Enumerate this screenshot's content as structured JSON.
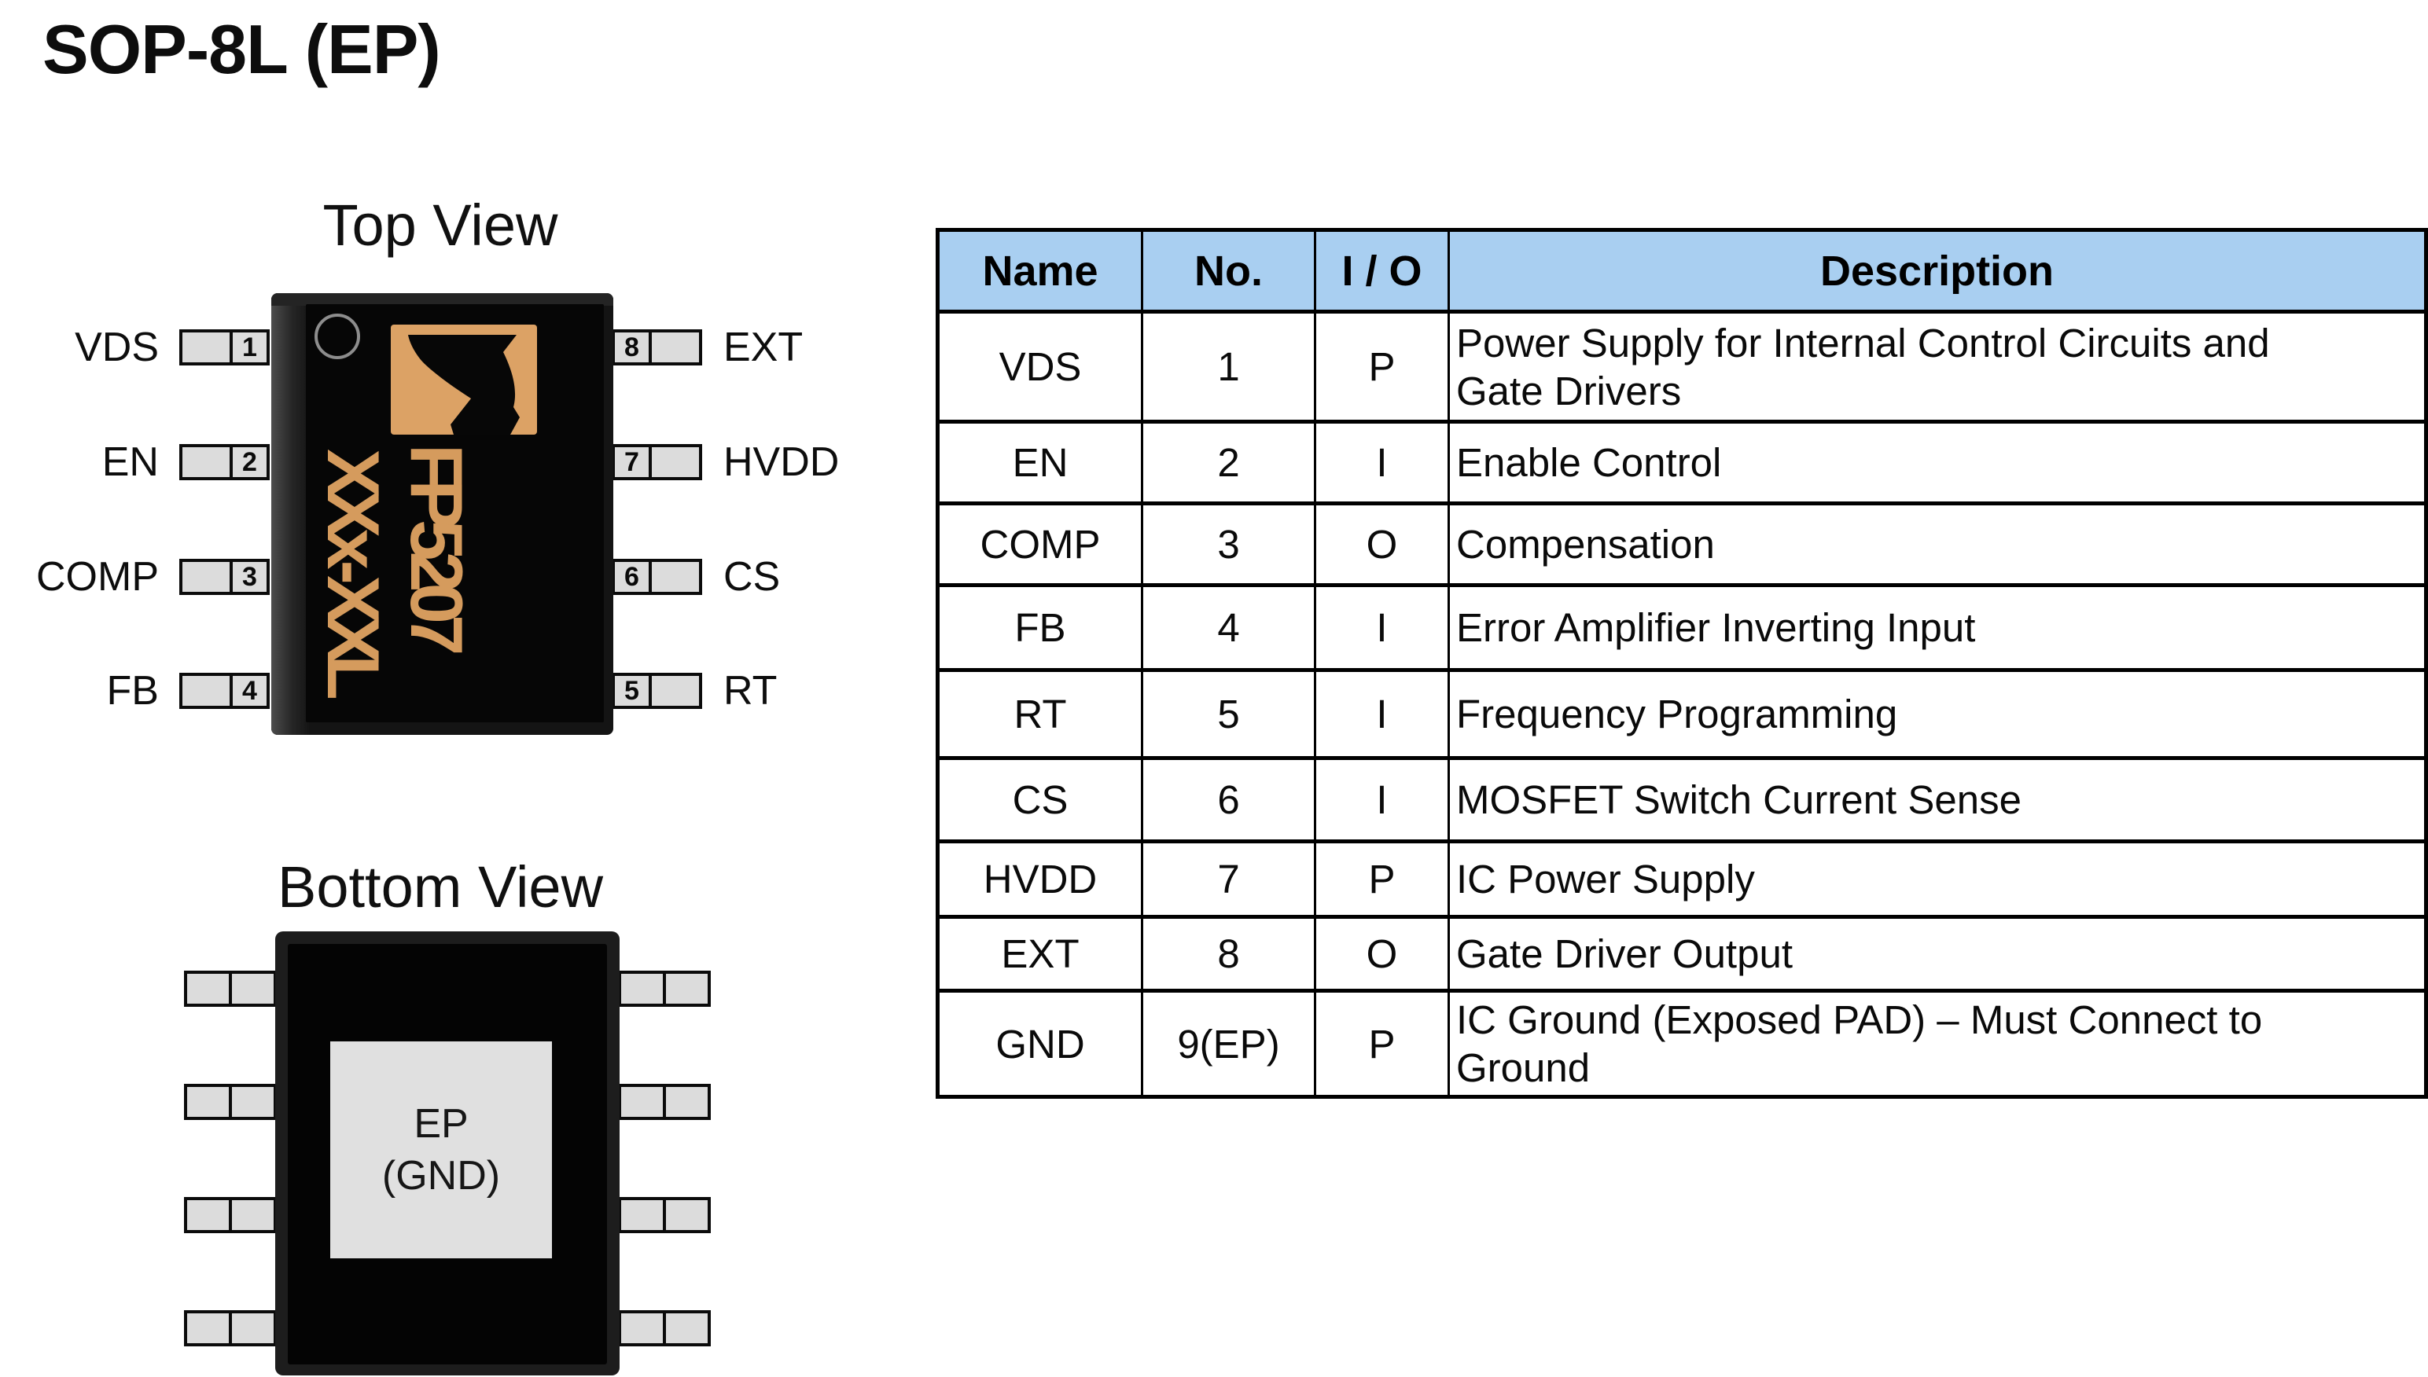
{
  "page_title": "SOP-8L (EP)",
  "top_view": {
    "label": "Top View",
    "marking_line1": "FP5207",
    "marking_line2": "XXx-XXL",
    "left_pins": [
      {
        "name": "VDS",
        "num": "1"
      },
      {
        "name": "EN",
        "num": "2"
      },
      {
        "name": "COMP",
        "num": "3"
      },
      {
        "name": "FB",
        "num": "4"
      }
    ],
    "right_pins": [
      {
        "name": "EXT",
        "num": "8"
      },
      {
        "name": "HVDD",
        "num": "7"
      },
      {
        "name": "CS",
        "num": "6"
      },
      {
        "name": "RT",
        "num": "5"
      }
    ]
  },
  "bottom_view": {
    "label": "Bottom View",
    "ep_pad_line1": "EP",
    "ep_pad_line2": "(GND)"
  },
  "icons": {
    "logo": "feeling-tech-swoosh-logo",
    "pin1_marker": "pin-1-indicator-circle"
  },
  "colors": {
    "table_header_blue": "#A9CFF1",
    "chip_body_black": "#0A0A0A",
    "marking_tan": "#D59B5D",
    "pin_gray": "#DCDCDC",
    "ep_pad_gray": "#E0E0E0"
  },
  "pin_table": {
    "headers": {
      "name": "Name",
      "no": "No.",
      "io": "I / O",
      "description": "Description"
    },
    "rows": [
      {
        "name": "VDS",
        "no": "1",
        "io": "P",
        "description": "Power Supply for Internal Control Circuits and\nGate Drivers"
      },
      {
        "name": "EN",
        "no": "2",
        "io": "I",
        "description": "Enable Control"
      },
      {
        "name": "COMP",
        "no": "3",
        "io": "O",
        "description": "Compensation"
      },
      {
        "name": "FB",
        "no": "4",
        "io": "I",
        "description": "Error Amplifier Inverting Input"
      },
      {
        "name": "RT",
        "no": "5",
        "io": "I",
        "description": "Frequency Programming"
      },
      {
        "name": "CS",
        "no": "6",
        "io": "I",
        "description": "MOSFET Switch Current Sense"
      },
      {
        "name": "HVDD",
        "no": "7",
        "io": "P",
        "description": "IC Power Supply"
      },
      {
        "name": "EXT",
        "no": "8",
        "io": "O",
        "description": "Gate Driver Output"
      },
      {
        "name": "GND",
        "no": "9(EP)",
        "io": "P",
        "description": "IC Ground (Exposed PAD) – Must Connect to\nGround"
      }
    ]
  }
}
